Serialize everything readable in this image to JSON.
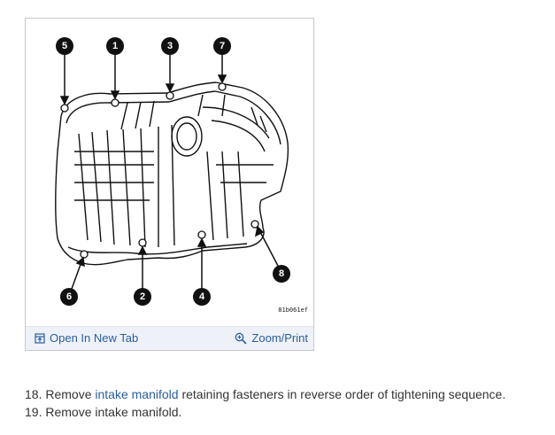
{
  "figure": {
    "code": "81b061ef",
    "callouts": [
      "1",
      "2",
      "3",
      "4",
      "5",
      "6",
      "7",
      "8"
    ]
  },
  "toolbar": {
    "open_tab_label": "Open In New Tab",
    "zoom_print_label": "Zoom/Print"
  },
  "steps": [
    {
      "number": "18.",
      "before": "Remove ",
      "link": "intake manifold",
      "after": " retaining fasteners in reverse order of tightening sequence."
    },
    {
      "number": "19.",
      "text": "Remove intake manifold."
    }
  ]
}
